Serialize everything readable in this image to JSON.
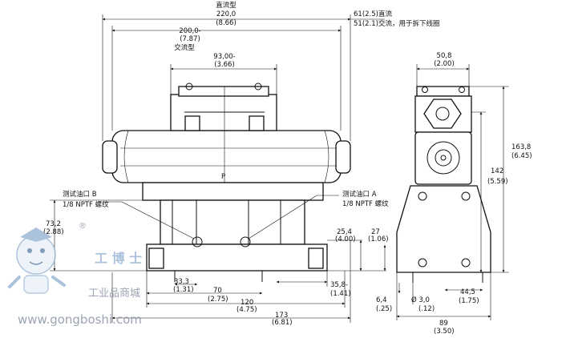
{
  "labels": {
    "dc_type": "直流型",
    "dc_dim": "220,0",
    "dc_dim_in": "(8.66)",
    "ac_dim": "200,0-",
    "ac_dim_in": "(7.87)",
    "ac_type": "交流型",
    "dim_93": "93,00-",
    "dim_93_in": "(3.66)",
    "note_line1": "61(2.5)直流",
    "note_line2": "51(2.1)交流，用于拆下线圈",
    "dim_50": "50,8",
    "dim_50_in": "(2.00)",
    "dim_163": "163,8",
    "dim_163_in": "(6.45)",
    "dim_142": "142",
    "dim_142_in": "(5.59)",
    "port_b_line1": "测试油口 B",
    "port_b_line2": "1/8 NPTF 螺纹",
    "port_a_line1": "测试油口 A",
    "port_a_line2": "1/8 NPTF 螺纹",
    "dim_73": "73,2",
    "dim_73_in": "(2.88)",
    "dim_25": "25,4",
    "dim_25_in": "(4.00)",
    "dim_27": "27",
    "dim_27_in": "(1.06)",
    "dim_33": "33,3",
    "dim_33_in": "(1.31)",
    "dim_70": "70",
    "dim_70_in": "(2.75)",
    "dim_120": "120",
    "dim_120_in": "(4.75)",
    "dim_173": "173",
    "dim_173_in": "(6.81)",
    "dim_35": "35,8-",
    "dim_35_in": "(1.41)",
    "dim_6": "6,4",
    "dim_6_in": "(.25)",
    "dim_3": "Ø 3,0",
    "dim_3_in": "(.12)",
    "dim_44": "44,5",
    "dim_44_in": "(1.75)",
    "dim_89": "89",
    "dim_89_in": "(3.50)",
    "valve_letter": "P"
  },
  "watermark": {
    "brand": "工 博 士",
    "mall": "工业品商城",
    "url": "www.gongboshi.com",
    "reg": "®"
  },
  "colors": {
    "line": "#111111",
    "watermark_blue": "#9db8d6",
    "watermark_text": "#8a94a6"
  }
}
